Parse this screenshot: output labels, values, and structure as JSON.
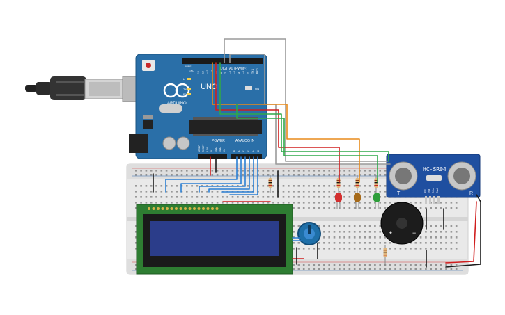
{
  "board": {
    "logo_text": "ARDUINO",
    "model": "UNO",
    "digital_label": "DIGITAL (PWM~)",
    "power_label": "POWER",
    "analog_label": "ANALOG IN",
    "on_label": "ON",
    "led_labels": [
      "L",
      "TX",
      "RX"
    ],
    "aref_label": "AREF",
    "gnd_label": "GND",
    "digital_pins": [
      "13",
      "12",
      "~11",
      "~10",
      "~9",
      "8",
      "7",
      "~6",
      "~5",
      "4",
      "~3",
      "2",
      "TX 1",
      "RX 0"
    ],
    "power_pins": [
      "IOREF",
      "RESET",
      "3.3V",
      "5V",
      "GND",
      "GND",
      "Vin"
    ],
    "analog_pins": [
      "A0",
      "A1",
      "A2",
      "A3",
      "A4",
      "A5"
    ]
  },
  "sensor": {
    "label": "HC-SR04",
    "pin_labels": [
      "Vcc",
      "Trig",
      "Echo",
      "Gnd"
    ],
    "side_labels": [
      "T",
      "R"
    ]
  },
  "components": {
    "leds": [
      {
        "color": "red",
        "hex": "#d32f2f"
      },
      {
        "color": "yellow",
        "hex": "#a66a1a"
      },
      {
        "color": "green",
        "hex": "#2e9e3a"
      }
    ],
    "buzzer_plus": "+",
    "buzzer_minus": "−",
    "lcd_color": "#2b3d8a",
    "pot_color": "#1e6fa8"
  },
  "colors": {
    "board": "#2a6fa8",
    "breadboard": "#e9e9e9",
    "wire_red": "#d01e1e",
    "wire_black": "#1a1a1a",
    "wire_blue": "#2a7fd4",
    "wire_green": "#2fa84a",
    "wire_orange": "#e88a1a",
    "wire_gray": "#9a9a9a"
  }
}
